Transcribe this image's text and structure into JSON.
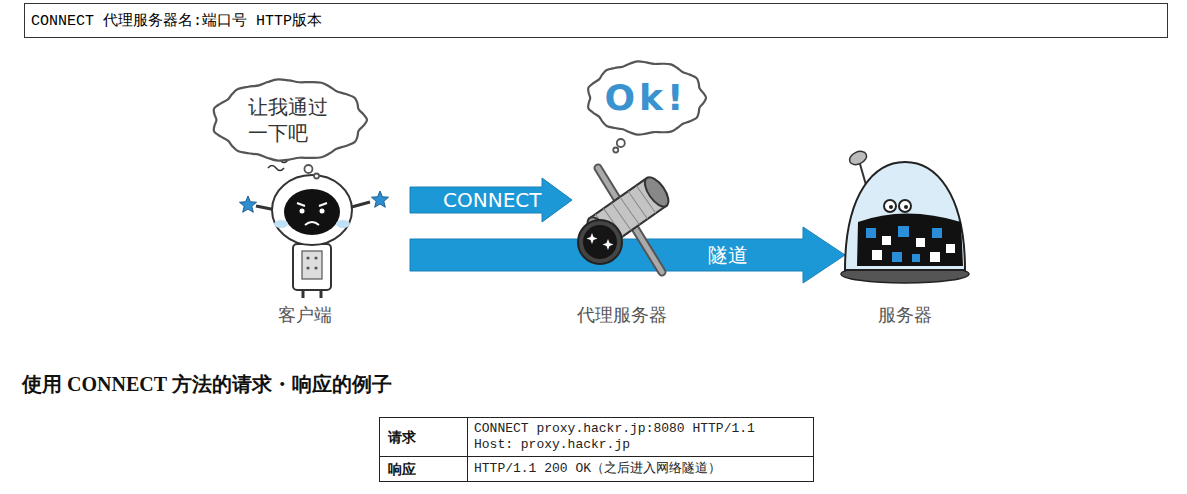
{
  "diagram": {
    "title": "使用 CONNECT 方法的请求・响应的例子",
    "nodes": [
      {
        "text": [
          "CONNECT 代理服务器名:端口号 HTTP版本"
        ]
      },
      {
        "text": [
          "让我通过一下吧"
        ]
      },
      {
        "text": [
          "Ok!"
        ]
      },
      {
        "text": [
          "客户端"
        ]
      },
      {
        "text": [
          "代理服务器"
        ]
      },
      {
        "text": [
          "服务器"
        ]
      }
    ],
    "edges": [
      {
        "from": 3,
        "to": 4,
        "arrow": "to",
        "label": "CONNECT"
      },
      {
        "from": 3,
        "to": 5,
        "arrow": "to",
        "label": "隧道"
      }
    ],
    "labels": [
      "请求",
      "CONNECT proxy.hackr.jp:8080 HTTP/1.1 Host: proxy.hackr.jp",
      "响应",
      "HTTP/1.1 200 OK（之后进入网络隧道）"
    ]
  }
}
